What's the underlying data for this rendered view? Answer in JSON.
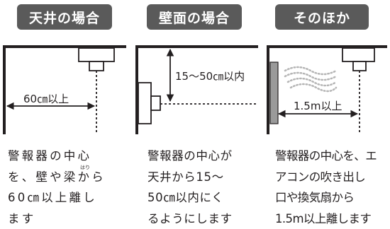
{
  "headers": {
    "ceiling": "天井の場合",
    "wall": "壁面の場合",
    "other": "そのほか"
  },
  "diagram_labels": {
    "ceiling_distance": "60㎝以上",
    "wall_distance": "15～50㎝以内",
    "other_distance": "1.5m以上"
  },
  "descriptions": {
    "ceiling": [
      "警報器の中心",
      "を、壁や梁から",
      "60㎝以上離し",
      "ます"
    ],
    "ceiling_ruby": "はり",
    "wall": [
      "警報器の中心が",
      "天井から15～",
      "50㎝以内にく",
      "るようにします"
    ],
    "other": [
      "警報器の中心を、エ",
      "アコンの吹き出し",
      "口や換気扇から",
      "1.5m以上離します"
    ]
  },
  "colors": {
    "header_bg": "#5a5a5a",
    "line": "#231f20",
    "wall_fill": "#9a9a9a",
    "airflow": "#b5b5b5"
  }
}
